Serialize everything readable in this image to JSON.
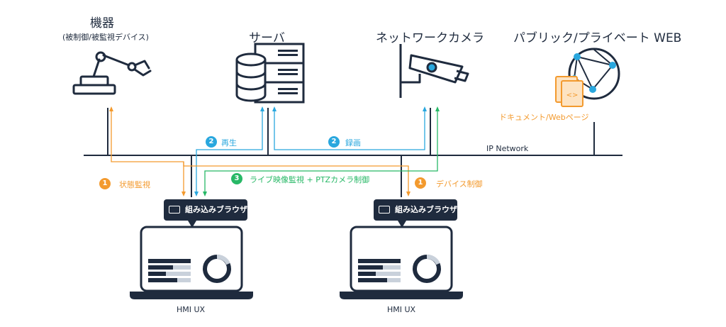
{
  "devices": {
    "machine": {
      "title": "機器",
      "subtitle": "(被制御/被監視デバイス)"
    },
    "server": {
      "title": "サーバ"
    },
    "camera": {
      "title": "ネットワークカメラ"
    },
    "web": {
      "title": "パブリック/プライベート WEB",
      "doc_label": "ドキュメント/Webページ"
    }
  },
  "network": {
    "label": "IP Network"
  },
  "flows": {
    "playback": {
      "num": "2",
      "label": "再生"
    },
    "record": {
      "num": "2",
      "label": "録画"
    },
    "status": {
      "num": "1",
      "label": "状態監視"
    },
    "device_control": {
      "num": "1",
      "label": "デバイス制御"
    },
    "live": {
      "num": "3",
      "label": "ライブ映像監視 + PTZカメラ制御"
    }
  },
  "clients": {
    "left": {
      "browser_label": "組み込みブラウザ",
      "caption": "HMI UX"
    },
    "right": {
      "browser_label": "組み込みブラウザ",
      "caption": "HMI UX"
    }
  },
  "colors": {
    "navy": "#1f2b3e",
    "blue": "#29a7de",
    "orange": "#f39a2e",
    "green": "#27b866",
    "grey": "#c9d1db"
  }
}
